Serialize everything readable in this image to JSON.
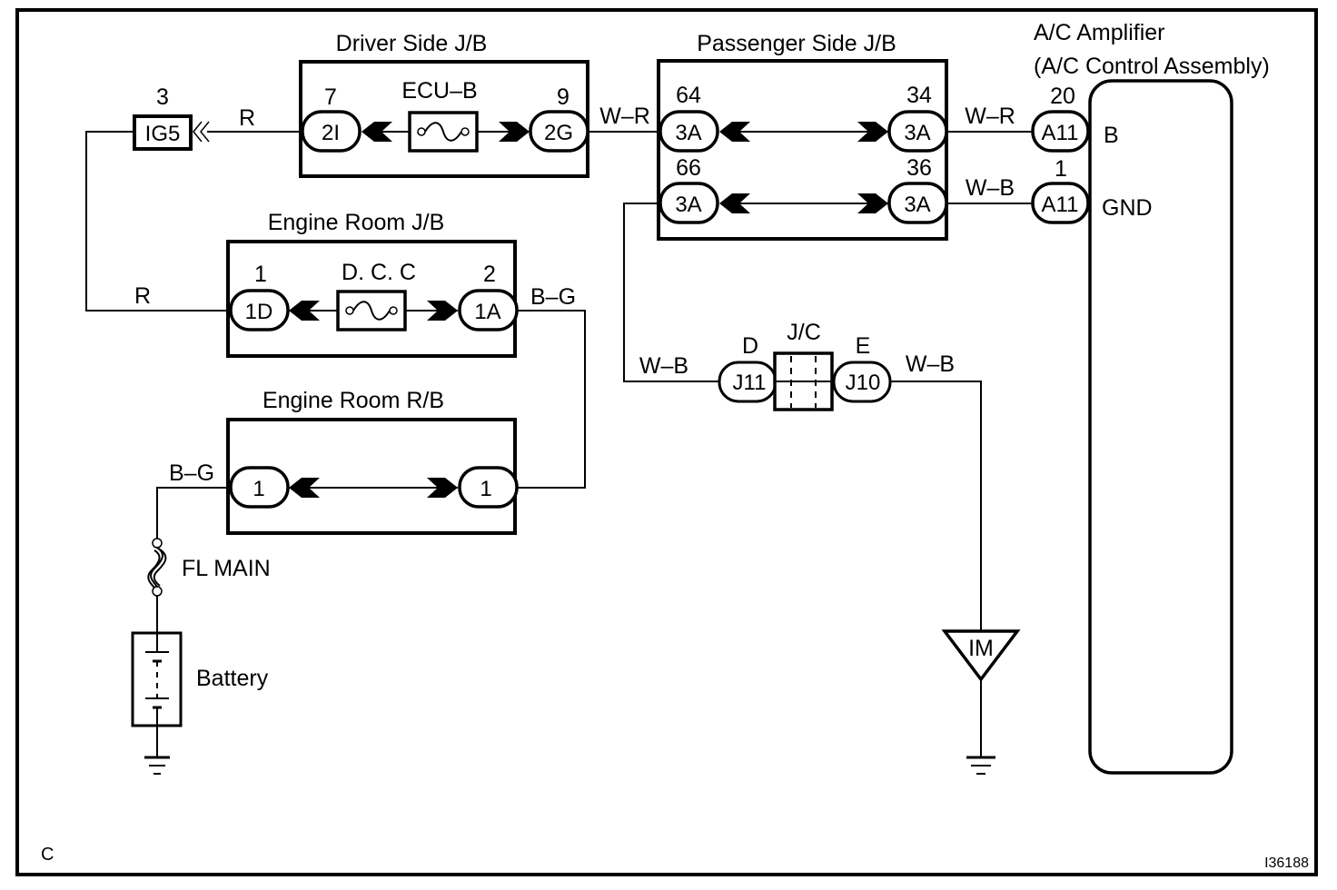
{
  "diagram": {
    "figure_letter": "C",
    "figure_id": "I36188",
    "colors": {
      "line": "#000000",
      "background": "#ffffff"
    },
    "components": {
      "ig5": {
        "label": "IG5",
        "pin": "3"
      },
      "driver_jb": {
        "title": "Driver Side J/B",
        "fuse": "ECU–B",
        "left_conn": {
          "label": "2I",
          "pin": "7"
        },
        "right_conn": {
          "label": "2G",
          "pin": "9"
        }
      },
      "passenger_jb": {
        "title": "Passenger Side J/B",
        "top_left": {
          "label": "3A",
          "pin": "64"
        },
        "top_right": {
          "label": "3A",
          "pin": "34"
        },
        "bottom_left": {
          "label": "3A",
          "pin": "66"
        },
        "bottom_right": {
          "label": "3A",
          "pin": "36"
        }
      },
      "amplifier": {
        "title_line1": "A/C Amplifier",
        "title_line2": "(A/C Control Assembly)",
        "conn_b": {
          "label": "A11",
          "pin": "20",
          "terminal": "B"
        },
        "conn_gnd": {
          "label": "A11",
          "pin": "1",
          "terminal": "GND"
        }
      },
      "engine_jb": {
        "title": "Engine Room J/B",
        "fuse": "D. C. C",
        "left_conn": {
          "label": "1D",
          "pin": "1"
        },
        "right_conn": {
          "label": "1A",
          "pin": "2"
        }
      },
      "engine_rb": {
        "title": "Engine Room R/B",
        "left_conn": {
          "label": "1"
        },
        "right_conn": {
          "label": "1"
        }
      },
      "jc": {
        "title": "J/C",
        "left_conn": {
          "label": "J11",
          "pin": "D"
        },
        "right_conn": {
          "label": "J10",
          "pin": "E"
        }
      },
      "fusible_link": {
        "label": "FL MAIN"
      },
      "battery": {
        "label": "Battery"
      },
      "ground_point": {
        "label": "IM"
      }
    },
    "wires": {
      "ig5_to_driver": "R",
      "engine_jb_left": "R",
      "driver_to_passenger": "W–R",
      "passenger_to_amp_b": "W–R",
      "passenger_to_amp_gnd": "W–B",
      "engine_jb_right": "B–G",
      "rb_left": "B–G",
      "passenger_to_jc": "W–B",
      "jc_to_ground": "W–B"
    }
  }
}
